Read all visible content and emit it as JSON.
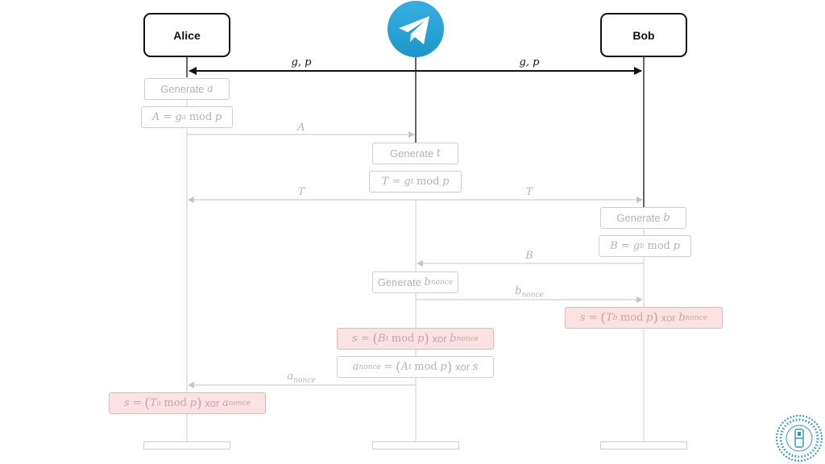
{
  "actors": {
    "alice": "Alice",
    "bob": "Bob",
    "server": "telegram-logo"
  },
  "messages": {
    "g_p_left": "g, p",
    "g_p_right": "g, p",
    "A": "A",
    "T_left": "T",
    "T_right": "T",
    "B": "B",
    "b_nonce": "b",
    "b_nonce_sub": "nonce",
    "a_nonce": "a",
    "a_nonce_sub": "nonce"
  },
  "steps": {
    "generate_word": "Generate",
    "gen_a_var": "a",
    "gen_t_var": "t",
    "gen_b_var": "b",
    "gen_bn_var": "b",
    "gen_bn_sub": "nonce",
    "A_eq": "A = g",
    "A_exp": "a",
    "T_eq": "T = g",
    "T_exp": "t",
    "B_eq": "B = g",
    "B_exp": "b",
    "mod": "mod",
    "p": "p",
    "xor": "xor",
    "bob_s_pre": "s = ",
    "bob_s_base": "T",
    "bob_s_exp": "b",
    "bob_s_nonce": "b",
    "bob_s_nonce_sub": "nonce",
    "srv_s_pre": "s = ",
    "srv_s_base": "B",
    "srv_s_exp": "t",
    "srv_s_nonce": "b",
    "srv_s_nonce_sub": "nonce",
    "srv_a_pre": "a",
    "srv_a_pre_sub": "nonce",
    "srv_a_base": "A",
    "srv_a_exp": "t",
    "srv_a_s": "s",
    "alice_s_pre": "s = ",
    "alice_s_base": "T",
    "alice_s_exp": "a",
    "alice_s_nonce": "a",
    "alice_s_nonce_sub": "nonce"
  },
  "colors": {
    "telegram_blue": "#2aa3e0",
    "result_fill": "#fbe1e1",
    "faded": "#b4b4b4"
  },
  "icons": {
    "server": "paper-plane-icon",
    "badge": "circular-seal-icon"
  }
}
